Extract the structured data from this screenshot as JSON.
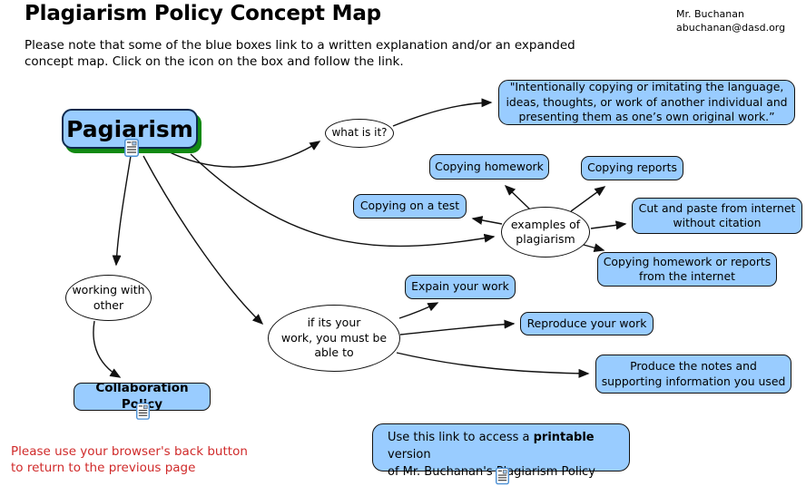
{
  "header": {
    "title": "Plagiarism Policy Concept Map",
    "author_name": "Mr. Buchanan",
    "author_email": "abuchanan@dasd.org",
    "note_line1": "Please note that some of the blue boxes link to a written explanation and/or an expanded",
    "note_line2": "concept map. Click on the icon on the box and follow the link."
  },
  "map": {
    "root_label": "Pagiarism",
    "what_is_it": "what is it?",
    "definition": "\"Intentionally copying or imitating the language,\nideas, thoughts, or work of another individual and\npresenting them as one’s own original work.”",
    "copying_homework": "Copying homework",
    "copying_reports": "Copying reports",
    "copying_on_a_test": "Copying on a test",
    "examples": "examples of\nplagiarism",
    "cut_and_paste": "Cut and paste from internet\nwithout citation",
    "copying_from_internet": "Copying homework or reports\nfrom the internet",
    "working_with_other": "working with\nother",
    "collaboration_policy": "Collaboration Policy",
    "if_its_your_work": "if its your\nwork, you must be\nable to",
    "explain_your_work": "Expain your work",
    "reproduce_your_work": "Reproduce your work",
    "produce_notes": "Produce the notes and\nsupporting information you used",
    "printable_prefix": "Use this link to access a ",
    "printable_bold": "printable",
    "printable_suffix": " version",
    "printable_line2": "of Mr. Buchanan's Plagiarism Policy"
  },
  "footer": {
    "back_note_line1": "Please use your browser's back button",
    "back_note_line2": "to return to the previous page"
  },
  "icons": {
    "link_icon": "document-link-icon"
  },
  "colors": {
    "node_fill": "#99CCFF",
    "node_border": "#111111",
    "root_border": "#0E2A4E",
    "root_shadow_green": "#128A12",
    "back_note_red": "#D02A2A"
  }
}
